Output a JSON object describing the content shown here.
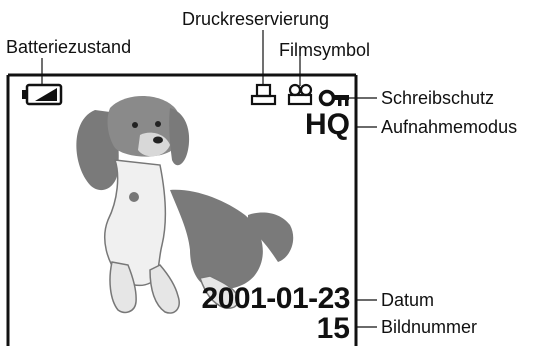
{
  "labels": {
    "battery": "Batteriezustand",
    "print_reservation": "Druckreservierung",
    "film_symbol": "Filmsymbol",
    "write_protect": "Schreibschutz",
    "record_mode": "Aufnahmemodus",
    "date": "Datum",
    "image_number": "Bildnummer"
  },
  "screen": {
    "quality": "HQ",
    "date": "2001-01-23",
    "frame_number": "15"
  }
}
